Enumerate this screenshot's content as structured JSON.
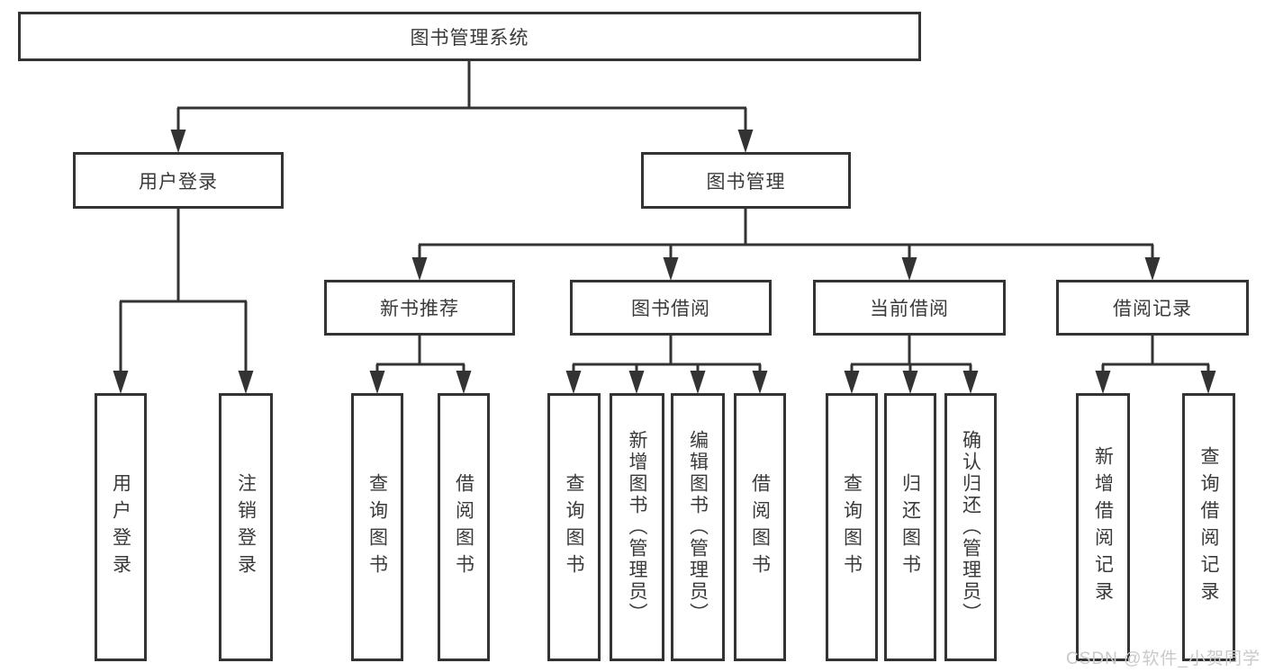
{
  "nodes": {
    "root": "图书管理系统",
    "user_login": "用户登录",
    "book_mgmt": "图书管理",
    "new_book_rec": "新书推荐",
    "book_borrow": "图书借阅",
    "current_borrow": "当前借阅",
    "borrow_record": "借阅记录",
    "leaf_user_login": "用户登录",
    "leaf_logout": "注销登录",
    "rec_query_book": "查询图书",
    "rec_borrow_book": "借阅图书",
    "bb_query_book": "查询图书",
    "bb_add_book": "新增图书（管理员）",
    "bb_edit_book": "编辑图书（管理员）",
    "bb_borrow_book": "借阅图书",
    "cb_query_book": "查询图书",
    "cb_return_book": "归还图书",
    "cb_confirm_return": "确认归还（管理员）",
    "br_add_record": "新增借阅记录",
    "br_query_record": "查询借阅记录"
  },
  "watermark": "CSDN @软件_小贺同学",
  "colors": {
    "line": "#333333",
    "text": "#3a3a3a",
    "watermark": "#c9c9c9",
    "background": "#ffffff"
  }
}
